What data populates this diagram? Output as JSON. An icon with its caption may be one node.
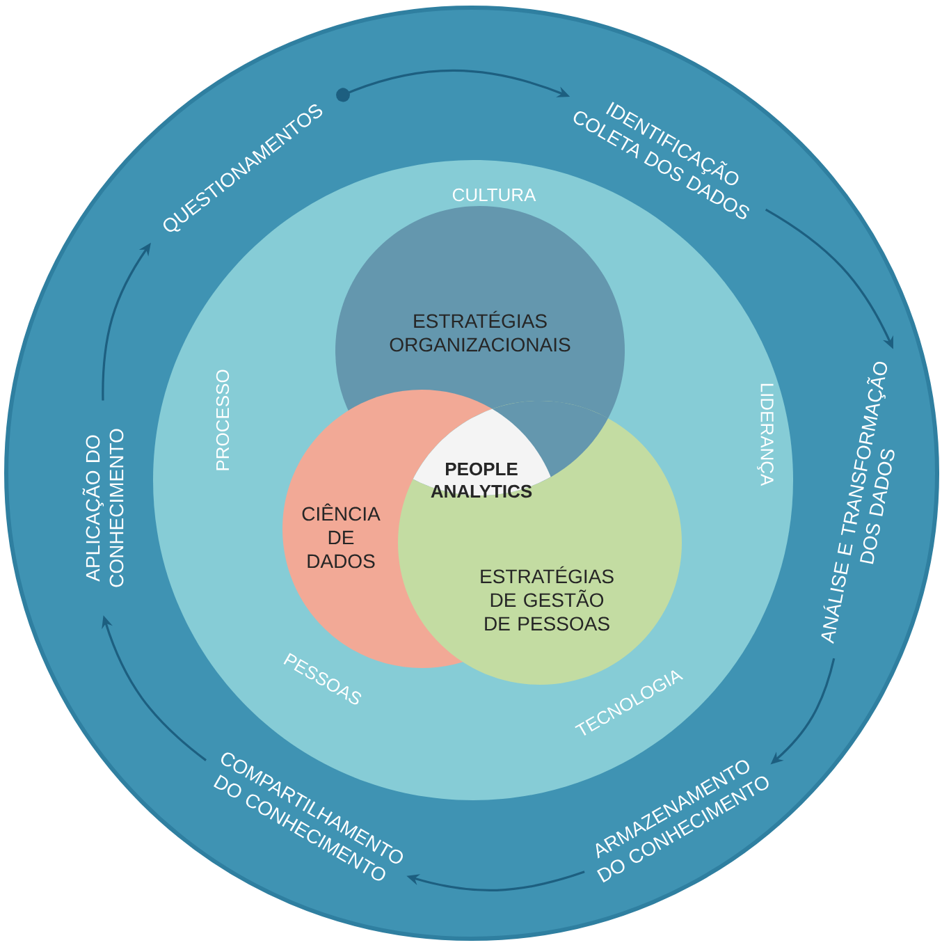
{
  "diagram": {
    "nodes": [
      {
        "text": [],
        "shape": "circle"
      },
      {
        "text": [
          "CULTURA",
          "PROCESSO",
          "LIDERANÇA",
          "PESSOAS",
          "TECNOLOGIA"
        ],
        "in": 0
      },
      {
        "text": [
          "ESTRATÉGIAS ORGANIZACIONAIS"
        ],
        "in": 1
      },
      {
        "text": [
          "CIÊNCIA DE DADOS"
        ],
        "in": 1
      },
      {
        "text": [
          "ESTRATÉGIAS DE GESTÃO DE PESSOAS"
        ],
        "in": 1
      },
      {
        "text": [
          "PEOPLE ANALYTICS"
        ]
      },
      {
        "text": [
          "QUESTIONAMENTOS"
        ],
        "in": 0
      },
      {
        "text": [
          "IDENTIFICAÇÃO COLETA DOS DADOS"
        ],
        "in": 0
      },
      {
        "text": [
          "ANÁLISE E TRANSFORMAÇÃO DOS DADOS"
        ],
        "in": 0
      },
      {
        "text": [
          "ARMAZENAMENTO DO CONHECIMENTO"
        ],
        "in": 0
      },
      {
        "text": [
          "COMPARTILHAMENTO DO CONHECIMENTO"
        ],
        "in": 0
      },
      {
        "text": [
          "APLICAÇÃO DO CONHECIMENTO"
        ],
        "in": 0
      }
    ],
    "edges": [
      {
        "from": 6,
        "to": 7,
        "arrow": "to"
      },
      {
        "from": 7,
        "to": 8,
        "arrow": "to"
      },
      {
        "from": 8,
        "to": 9,
        "arrow": "to"
      },
      {
        "from": 9,
        "to": 10,
        "arrow": "to"
      },
      {
        "from": 10,
        "to": 11,
        "arrow": "to"
      },
      {
        "from": 11,
        "to": 6,
        "arrow": "to"
      }
    ]
  }
}
